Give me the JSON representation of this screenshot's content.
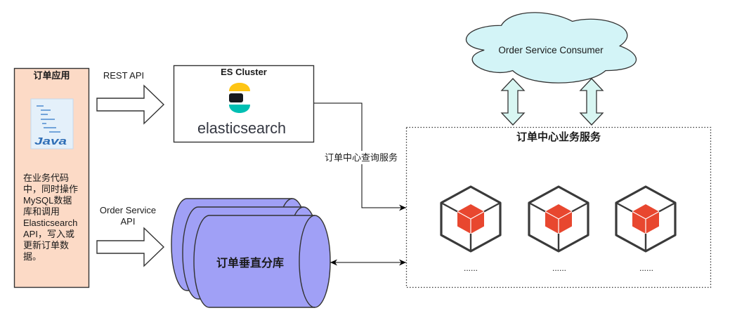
{
  "order_app": {
    "title": "订单应用",
    "icon": "java-icon",
    "icon_label": "Java",
    "description_lines": [
      "在业务代码",
      "中，同时操作",
      "MySQL数据",
      "库和调用",
      "Elasticsearch",
      "API，写入或",
      "更新订单数",
      "据。"
    ]
  },
  "rest_api_arrow": {
    "label": "REST API"
  },
  "order_service_api_arrow": {
    "label_lines": [
      "Order Service",
      "API"
    ]
  },
  "es_cluster": {
    "title": "ES Cluster",
    "logo_icon": "elasticsearch-logo",
    "logo_text": "elasticsearch"
  },
  "consumer_cloud": {
    "label": "Order Service Consumer"
  },
  "query_connector": {
    "label": "订单中心查询服务"
  },
  "sharded_database": {
    "label": "订单垂直分库"
  },
  "business_services": {
    "title": "订单中心业务服务",
    "nodes": [
      {
        "icon": "cube-icon",
        "caption": "......"
      },
      {
        "icon": "cube-icon",
        "caption": "......"
      },
      {
        "icon": "cube-icon",
        "caption": "......"
      }
    ]
  },
  "colors": {
    "app_fill": "#FCDAC6",
    "cloud_fill": "#D3F4F7",
    "sync_arrow_fill": "#D8F6F2",
    "database_fill": "#A0A0F6",
    "cube_red": "#E8472F",
    "elastic_yellow": "#FEC514",
    "elastic_teal": "#00BFB3",
    "java_blue": "#2F6EB6"
  }
}
